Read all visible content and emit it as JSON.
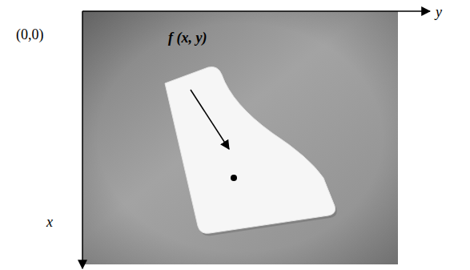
{
  "diagram": {
    "labels": [
      "(0,0)",
      "y",
      "x",
      "f (x, y)"
    ]
  }
}
